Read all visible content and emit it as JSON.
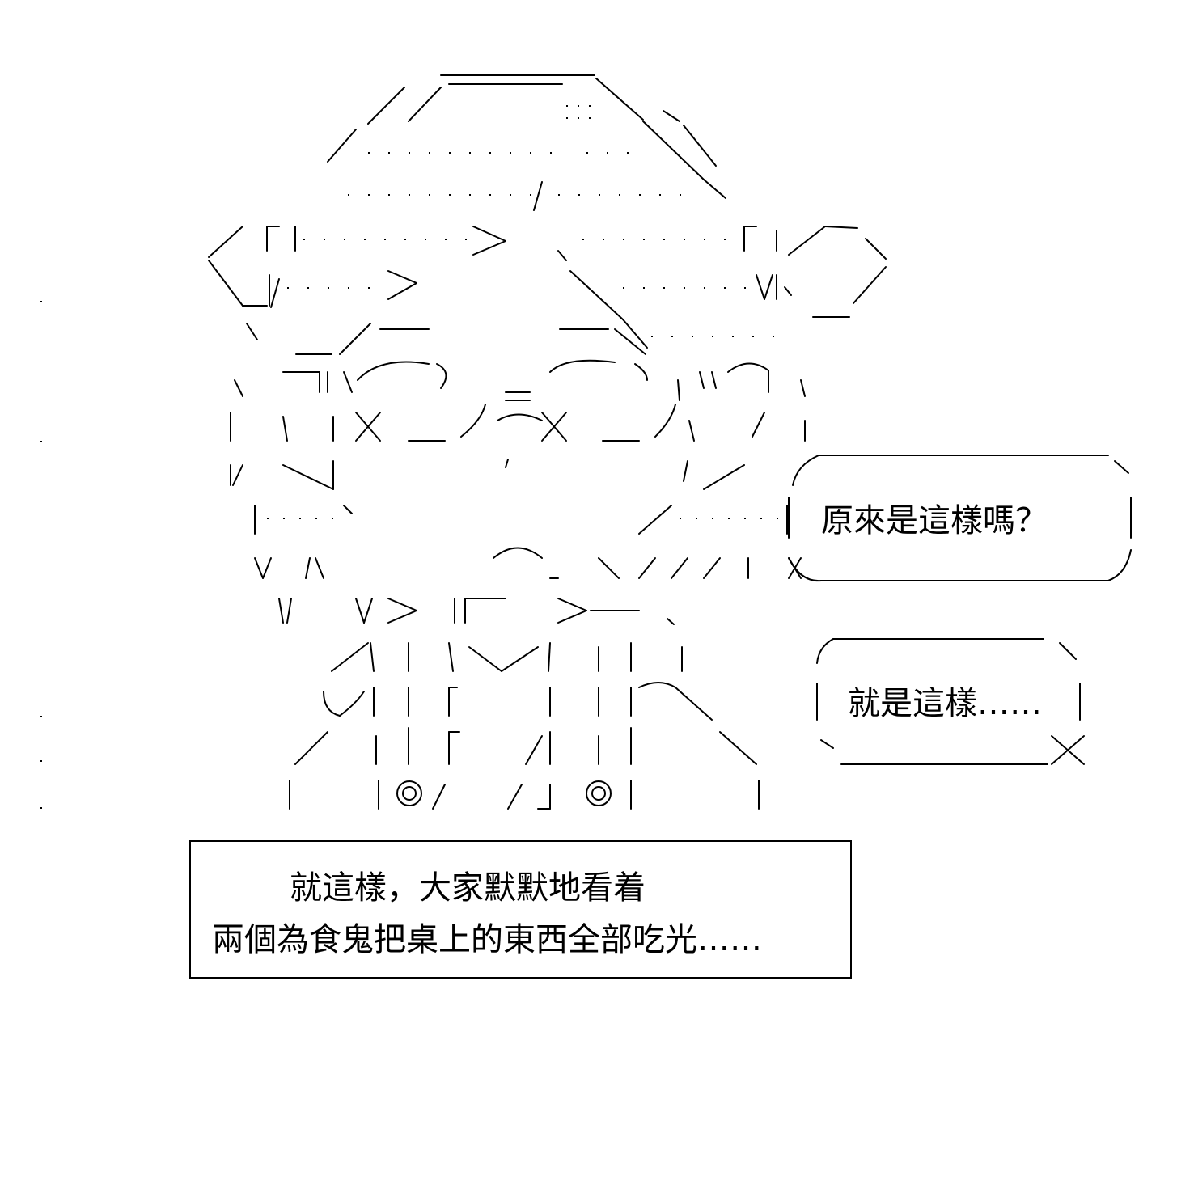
{
  "speech_bubbles": [
    {
      "text": "原來是這樣嗎？"
    },
    {
      "text": "就是這樣……"
    }
  ],
  "caption": {
    "lines": [
      "就這樣，大家默默地看着",
      "兩個為食鬼把桌上的東西全部吃光……"
    ]
  },
  "colors": {
    "ink": "#000000",
    "background": "#ffffff"
  }
}
